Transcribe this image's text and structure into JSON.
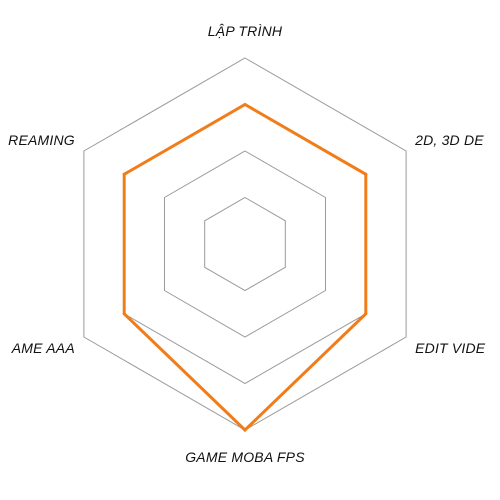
{
  "chart_data": {
    "type": "radar",
    "axes": [
      "LẬP TRÌNH",
      "2D, 3D DE",
      "EDIT VIDE",
      "GAME MOBA FPS",
      "AME AAA",
      "REAMING"
    ],
    "series": [
      {
        "values": [
          3,
          3,
          3,
          4,
          3,
          3
        ]
      }
    ],
    "range": [
      0,
      4
    ],
    "grid_levels": 4,
    "grid": true,
    "colors": {
      "series": "#f07d1a",
      "grid": "#9a9a9a"
    }
  }
}
